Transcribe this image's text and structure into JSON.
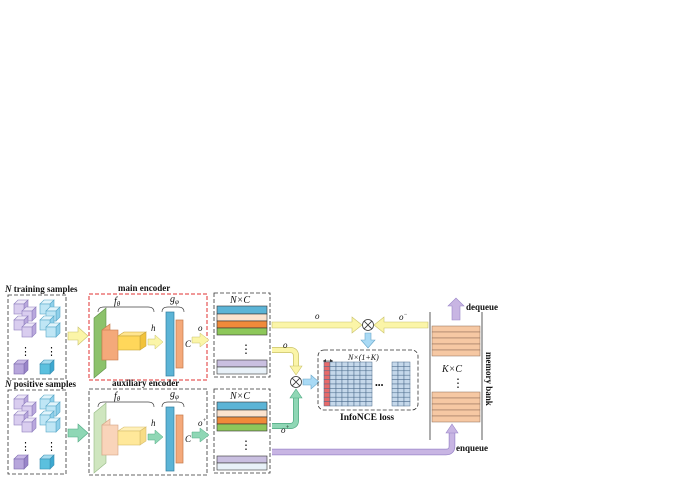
{
  "labels": {
    "training_samples_n": "N",
    "training_samples": " training samples",
    "positive_samples_n": "N",
    "positive_samples": " positive samples",
    "main_encoder": "main encoder",
    "auxiliary_encoder": "auxiliary encoder",
    "f_theta": "f",
    "g_phi": "g",
    "h_main": "h",
    "h_aux": "h",
    "c_main": "C",
    "c_aux": "C",
    "o_main": "o",
    "o_aux": "o",
    "nxc_top": "N×C",
    "nxc_bottom": "N×C",
    "o_arrow_top": "o",
    "o_minus": "o",
    "o_arrow_mid": "o",
    "o_plus": "o",
    "n1k": "N×(1+K)",
    "infonce_loss": "InfoNCE loss",
    "kxc": "K×C",
    "dequeue": "dequeue",
    "enqueue": "enqueue",
    "memory_bank": "memory bank",
    "vdots": "⋮",
    "hdots": "•••"
  },
  "colors": {
    "cube_purple": "#d9cdef",
    "cube_cyan": "#bfe6f5",
    "cube_cyan_dark": "#5bc0de",
    "encoder_green": "#8cc26b",
    "encoder_orange": "#f4a97a",
    "encoder_yellow": "#ffd75a",
    "bar_blue": "#5cb4d6",
    "bar_orange": "#f08a3a",
    "bar_green": "#8dc75a",
    "bar_peach": "#fbe3cf",
    "bar_lavender": "#c9bfe0",
    "queue_fill": "#f6c8a3",
    "grid_fill": "#c5d8ea",
    "red_col": "#e86a6a",
    "arrow_yellow": "#fbf5a8",
    "arrow_green": "#8fd7b5",
    "arrow_blue": "#a9daf5",
    "arrow_purple": "#c8b5e3",
    "main_frame_red": "#e03030"
  }
}
